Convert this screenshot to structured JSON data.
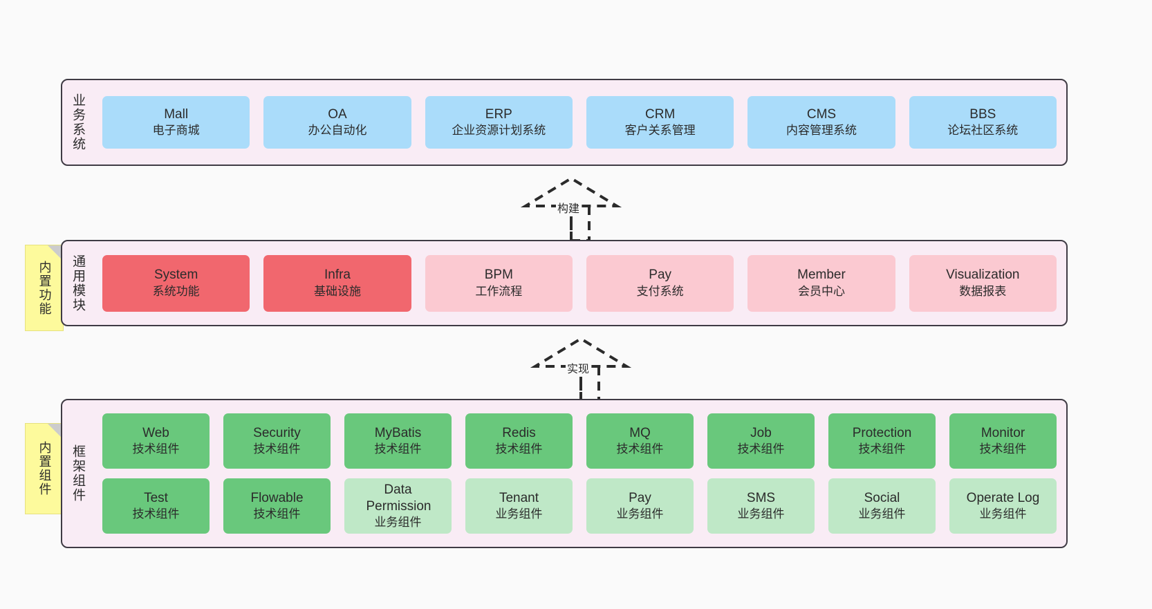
{
  "diagram": {
    "title": "",
    "background_color": "#fafafa",
    "panel_fill": "#f9ecf5",
    "panel_border": "#3f3b44"
  },
  "notes": [
    {
      "name": "builtin-features-note",
      "text": "内置功能",
      "color": "#fdfa9c"
    },
    {
      "name": "builtin-components-note",
      "text": "内置组件",
      "color": "#fdfa9c"
    }
  ],
  "connectors": [
    {
      "name": "build-arrow",
      "label": "构建",
      "style": "dashed-generalization"
    },
    {
      "name": "implement-arrow",
      "label": "实现",
      "style": "dashed-generalization"
    }
  ],
  "layers": [
    {
      "id": "business",
      "label": "业务系统",
      "accent": "#aadcfa",
      "rows": [
        {
          "cards": [
            {
              "name": "mall",
              "title": "Mall",
              "subtitle": "电子商城",
              "color": "#aadcfa"
            },
            {
              "name": "oa",
              "title": "OA",
              "subtitle": "办公自动化",
              "color": "#aadcfa"
            },
            {
              "name": "erp",
              "title": "ERP",
              "subtitle": "企业资源计划系统",
              "color": "#aadcfa"
            },
            {
              "name": "crm",
              "title": "CRM",
              "subtitle": "客户关系管理",
              "color": "#aadcfa"
            },
            {
              "name": "cms",
              "title": "CMS",
              "subtitle": "内容管理系统",
              "color": "#aadcfa"
            },
            {
              "name": "bbs",
              "title": "BBS",
              "subtitle": "论坛社区系统",
              "color": "#aadcfa"
            }
          ]
        }
      ]
    },
    {
      "id": "common-modules",
      "label": "通用模块",
      "accent": "#f1676e",
      "rows": [
        {
          "cards": [
            {
              "name": "system",
              "title": "System",
              "subtitle": "系统功能",
              "color": "#f1676e"
            },
            {
              "name": "infra",
              "title": "Infra",
              "subtitle": "基础设施",
              "color": "#f1676e"
            },
            {
              "name": "bpm",
              "title": "BPM",
              "subtitle": "工作流程",
              "color": "#fbc9d1"
            },
            {
              "name": "pay",
              "title": "Pay",
              "subtitle": "支付系统",
              "color": "#fbc9d1"
            },
            {
              "name": "member",
              "title": "Member",
              "subtitle": "会员中心",
              "color": "#fbc9d1"
            },
            {
              "name": "visualization",
              "title": "Visualization",
              "subtitle": "数据报表",
              "color": "#fbc9d1"
            }
          ]
        }
      ]
    },
    {
      "id": "framework-components",
      "label": "框架组件",
      "accent": "#69c87c",
      "rows": [
        {
          "cards": [
            {
              "name": "web",
              "title": "Web",
              "subtitle": "技术组件",
              "color": "#69c87c"
            },
            {
              "name": "security",
              "title": "Security",
              "subtitle": "技术组件",
              "color": "#69c87c"
            },
            {
              "name": "mybatis",
              "title": "MyBatis",
              "subtitle": "技术组件",
              "color": "#69c87c"
            },
            {
              "name": "redis",
              "title": "Redis",
              "subtitle": "技术组件",
              "color": "#69c87c"
            },
            {
              "name": "mq",
              "title": "MQ",
              "subtitle": "技术组件",
              "color": "#69c87c"
            },
            {
              "name": "job",
              "title": "Job",
              "subtitle": "技术组件",
              "color": "#69c87c"
            },
            {
              "name": "protection",
              "title": "Protection",
              "subtitle": "技术组件",
              "color": "#69c87c"
            },
            {
              "name": "monitor",
              "title": "Monitor",
              "subtitle": "技术组件",
              "color": "#69c87c"
            }
          ]
        },
        {
          "cards": [
            {
              "name": "test",
              "title": "Test",
              "subtitle": "技术组件",
              "color": "#69c87c"
            },
            {
              "name": "flowable",
              "title": "Flowable",
              "subtitle": "技术组件",
              "color": "#69c87c"
            },
            {
              "name": "data-permission",
              "title": "Data Permission",
              "subtitle": "业务组件",
              "color": "#bfe8c7"
            },
            {
              "name": "tenant",
              "title": "Tenant",
              "subtitle": "业务组件",
              "color": "#bfe8c7"
            },
            {
              "name": "pay-component",
              "title": "Pay",
              "subtitle": "业务组件",
              "color": "#bfe8c7"
            },
            {
              "name": "sms",
              "title": "SMS",
              "subtitle": "业务组件",
              "color": "#bfe8c7"
            },
            {
              "name": "social",
              "title": "Social",
              "subtitle": "业务组件",
              "color": "#bfe8c7"
            },
            {
              "name": "operate-log",
              "title": "Operate Log",
              "subtitle": "业务组件",
              "color": "#bfe8c7"
            }
          ]
        }
      ]
    }
  ]
}
